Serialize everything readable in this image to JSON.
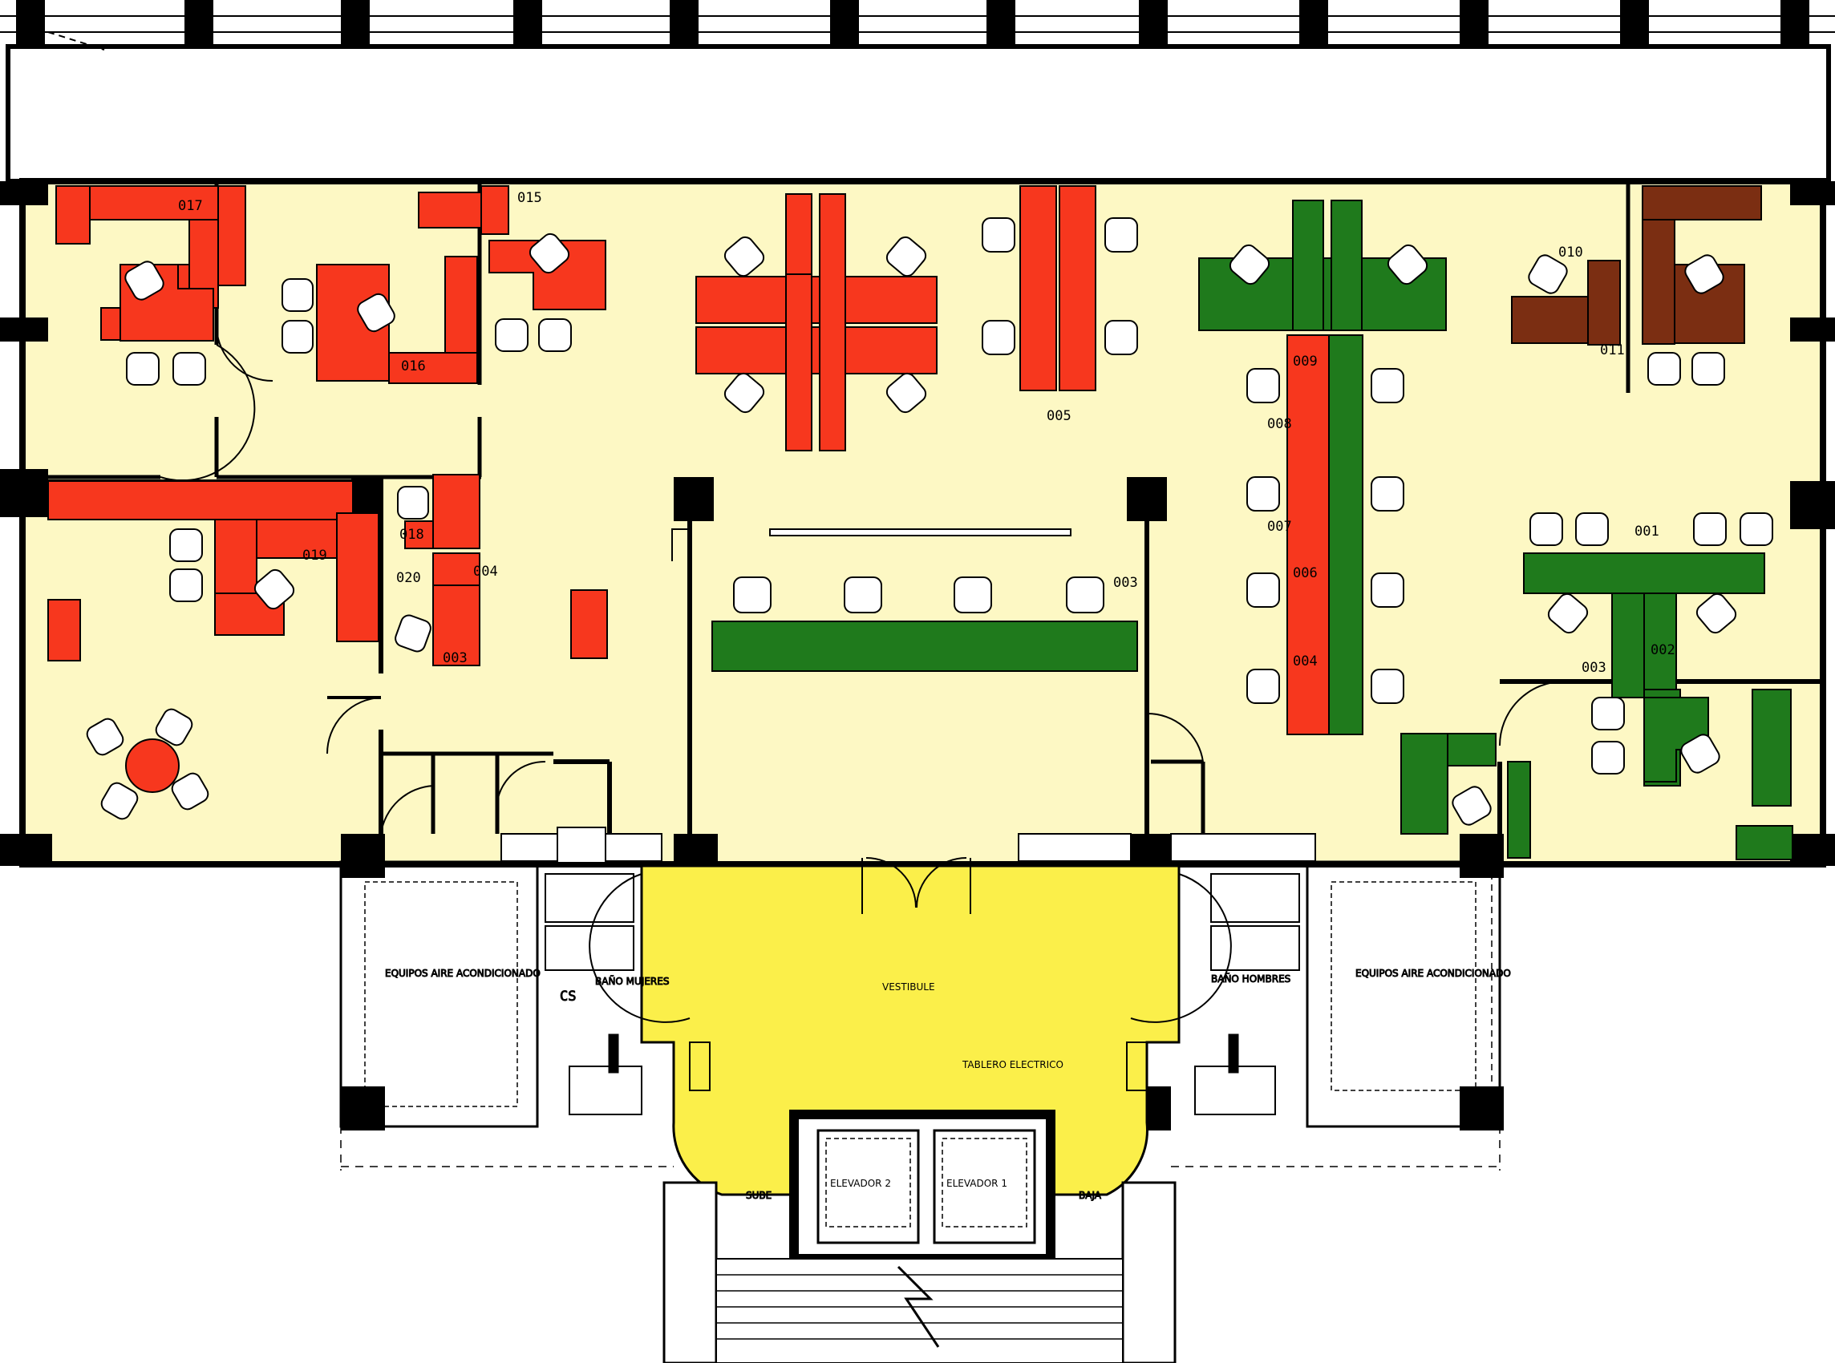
{
  "colors": {
    "office_floor": "#fdf8c4",
    "vestibule": "#fbef4a",
    "furniture_red": "#f7371e",
    "furniture_green": "#1f7a1c",
    "furniture_brown": "#7b2e12",
    "wall": "#000000",
    "chair": "#ffffff"
  },
  "rooms": {
    "r001": "001",
    "r002": "002",
    "r003": "003",
    "r004": "004",
    "r005": "005",
    "r006": "006",
    "r007": "007",
    "r008": "008",
    "r009": "009",
    "r010": "010",
    "r011": "011",
    "r015": "015",
    "r016": "016",
    "r017": "017",
    "r018": "018",
    "r019": "019",
    "r020": "020"
  },
  "labels": {
    "vestibule": "VESTIBULE",
    "elevator_1": "ELEVADOR 1",
    "elevator_2": "ELEVADOR 2",
    "equip_left": "EQUIPOS AIRE ACONDICIONADO",
    "equip_right": "EQUIPOS AIRE ACONDICIONADO",
    "cs": "CS",
    "bano_left": "BAÑO MUJERES",
    "bano_right": "BAÑO HOMBRES",
    "sube_left": "SUBE",
    "sube_right": "BAJA",
    "electrical": "TABLERO ELECTRICO"
  }
}
